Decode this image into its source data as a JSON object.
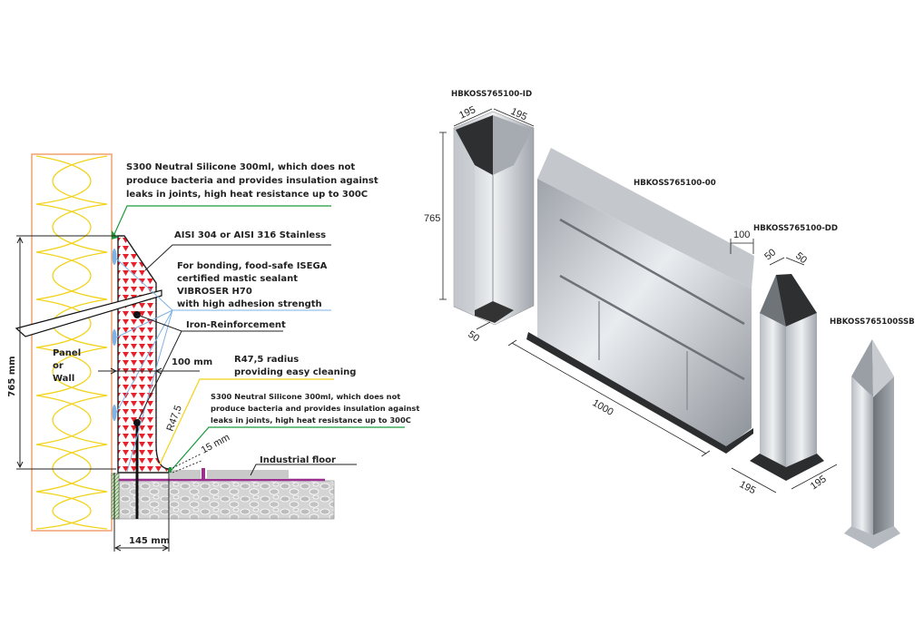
{
  "section_detail": {
    "callouts": {
      "silicone_top": [
        "S300 Neutral Silicone 300ml, which does not",
        "produce bacteria and provides insulation against",
        "leaks in joints, high heat resistance up to 300C"
      ],
      "stainless": "AISI 304 or AISI 316 Stainless",
      "bonding": [
        "For bonding, food-safe ISEGA",
        "certified mastic sealant",
        "VIBROSER H70",
        "with high adhesion strength"
      ],
      "reinforcement": "Iron-Reinforcement",
      "radius": [
        "R47,5 radius",
        "providing easy cleaning"
      ],
      "silicone_bottom": [
        "S300 Neutral Silicone 300ml, which does not",
        "produce bacteria and provides insulation against",
        "leaks in joints, high heat resistance up to 300C"
      ],
      "floor": "Industrial floor",
      "panel": [
        "Panel",
        "or",
        "Wall"
      ]
    },
    "dimensions": {
      "height": "765 mm",
      "thickness": "100 mm",
      "radius": "R47,5",
      "gap": "15 mm",
      "base": "145 mm"
    },
    "colors": {
      "fill_red": "#e8202a",
      "silicone": "#1a9a3a",
      "sealant": "#7fb2e5",
      "radius_leader": "#f2d31b",
      "floor_membrane": "#9b2f8f"
    }
  },
  "products": {
    "inner_corner": {
      "code": "HBKOSS765100-ID",
      "dims": {
        "width_a": "195",
        "width_b": "195",
        "height": "765",
        "lip": "50"
      }
    },
    "straight": {
      "code": "HBKOSS765100-00",
      "dims": {
        "length": "1000",
        "depth": "100"
      }
    },
    "outer_corner": {
      "code": "HBKOSS765100-DD",
      "dims": {
        "top_a": "50",
        "top_b": "50",
        "base_a": "195",
        "base_b": "195"
      }
    },
    "end_cap": {
      "code": "HBKOSS765100SSB"
    }
  }
}
